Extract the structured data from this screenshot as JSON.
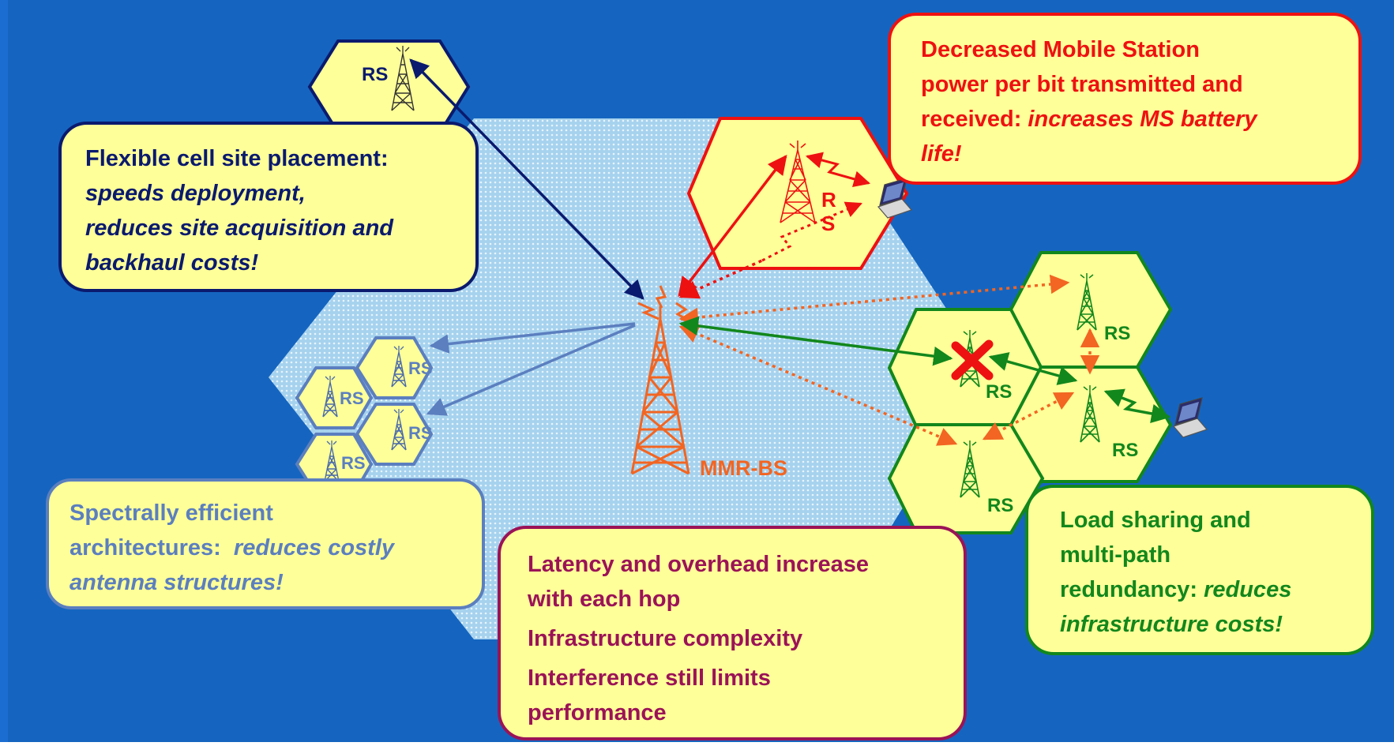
{
  "diagram": {
    "base_station_label": "MMR-BS",
    "relay_label": "RS",
    "red_relay_label_line1": "R",
    "red_relay_label_line2": "S"
  },
  "callouts": {
    "flexible": {
      "line1": "Flexible cell site placement:",
      "line2": "speeds deployment,",
      "line3": "reduces site acquisition and",
      "line4": "backhaul costs!"
    },
    "decreased": {
      "line1": "Decreased Mobile Station",
      "line2": "power per bit transmitted and",
      "line3_normal": "received: ",
      "line3_italic": "increases MS battery",
      "line4_italic": "life!"
    },
    "spectral": {
      "line1": "Spectrally efficient",
      "line2_normal": "architectures:  ",
      "line2_italic": "reduces costly",
      "line3_italic": "antenna structures!"
    },
    "latency": {
      "line1": "Latency and overhead increase",
      "line2": "with each hop",
      "line3": "Infrastructure complexity",
      "line4": "Interference still limits",
      "line5": "performance"
    },
    "load": {
      "line1": "Load sharing and",
      "line2": "multi-path",
      "line3_normal": "redundancy: ",
      "line3_italic": "reduces",
      "line4_italic": "infrastructure costs!"
    }
  },
  "colors": {
    "background": "#1565C0",
    "callout_fill": "#FFFF99",
    "navy": "#0A1A6E",
    "red": "#EE1111",
    "orange": "#F26522",
    "green": "#12871C",
    "slate_blue": "#5B7FBF",
    "maroon": "#9B1357"
  }
}
